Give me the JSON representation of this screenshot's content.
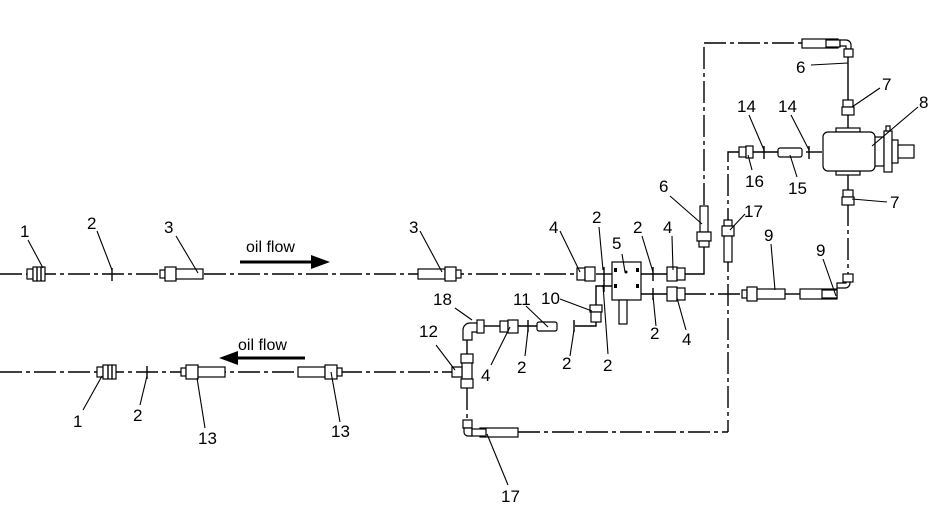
{
  "diagram": {
    "type": "hydraulic piping schematic",
    "line_color": "#000000",
    "background": "#ffffff",
    "flow_labels": {
      "upper": "oil flow",
      "lower": "oil flow"
    },
    "flow_directions": {
      "upper": "right",
      "lower": "left"
    },
    "callouts": {
      "c1a": "1",
      "c2a": "2",
      "c3a": "3",
      "c3b": "3",
      "c4a": "4",
      "c2b": "2",
      "c5": "5",
      "c2c": "2",
      "c4b": "4",
      "c6a": "6",
      "c17a": "17",
      "c9a": "9",
      "c9b": "9",
      "c6b": "6",
      "c7a": "7",
      "c8": "8",
      "c14a": "14",
      "c14b": "14",
      "c16": "16",
      "c15": "15",
      "c7b": "7",
      "c18": "18",
      "c11": "11",
      "c10": "10",
      "c12": "12",
      "c4c": "4",
      "c2d": "2",
      "c2e": "2",
      "c2f": "2",
      "c2g": "2",
      "c4d": "4",
      "c1b": "1",
      "c2h": "2",
      "c13a": "13",
      "c13b": "13",
      "c17b": "17"
    }
  }
}
